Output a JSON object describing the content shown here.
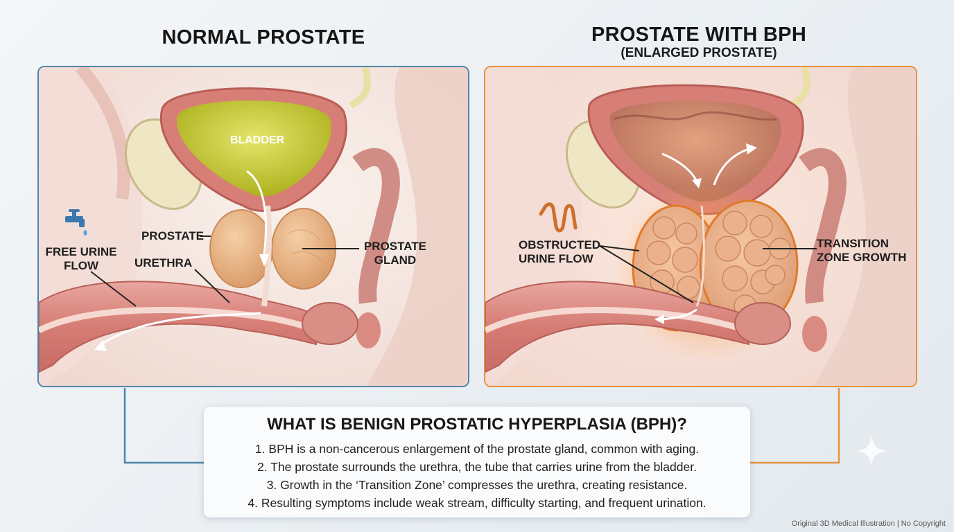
{
  "titles": {
    "left": "NORMAL PROSTATE",
    "right": "PROSTATE WITH BPH",
    "right_sub": "(ENLARGED PROSTATE)"
  },
  "labels": {
    "bladder": "BLADDER",
    "prostate": "PROSTATE",
    "urethra": "URETHRA",
    "prostate_gland": "PROSTATE GLAND",
    "free_flow": "FREE URINE FLOW",
    "obstructed_flow": "OBSTRUCTED URINE FLOW",
    "transition_zone": "TRANSITION ZONE GROWTH"
  },
  "info": {
    "heading": "WHAT IS BENIGN PROSTATIC HYPERPLASIA (BPH)?",
    "items": [
      "1. BPH is a non-cancerous enlargement of the prostate gland, common with aging.",
      "2. The prostate surrounds the urethra, the tube that carries urine from the bladder.",
      "3. Growth in the ‘Transition Zone’ compresses the urethra, creating resistance.",
      "4. Resulting symptoms include weak stream, difficulty starting, and frequent urination."
    ]
  },
  "footer": "Original 3D Medical Illustration | No Copyright",
  "icons": {
    "free_flow": "faucet-icon",
    "obstructed_flow": "kinked-pipe-icon",
    "decoration": "sparkle-icon"
  },
  "colors": {
    "normal_border": "#4f86aa",
    "bph_border": "#e5913f",
    "urine": "#c9cc3a",
    "prostate": "#e9b384",
    "tissue": "#d9807a"
  }
}
